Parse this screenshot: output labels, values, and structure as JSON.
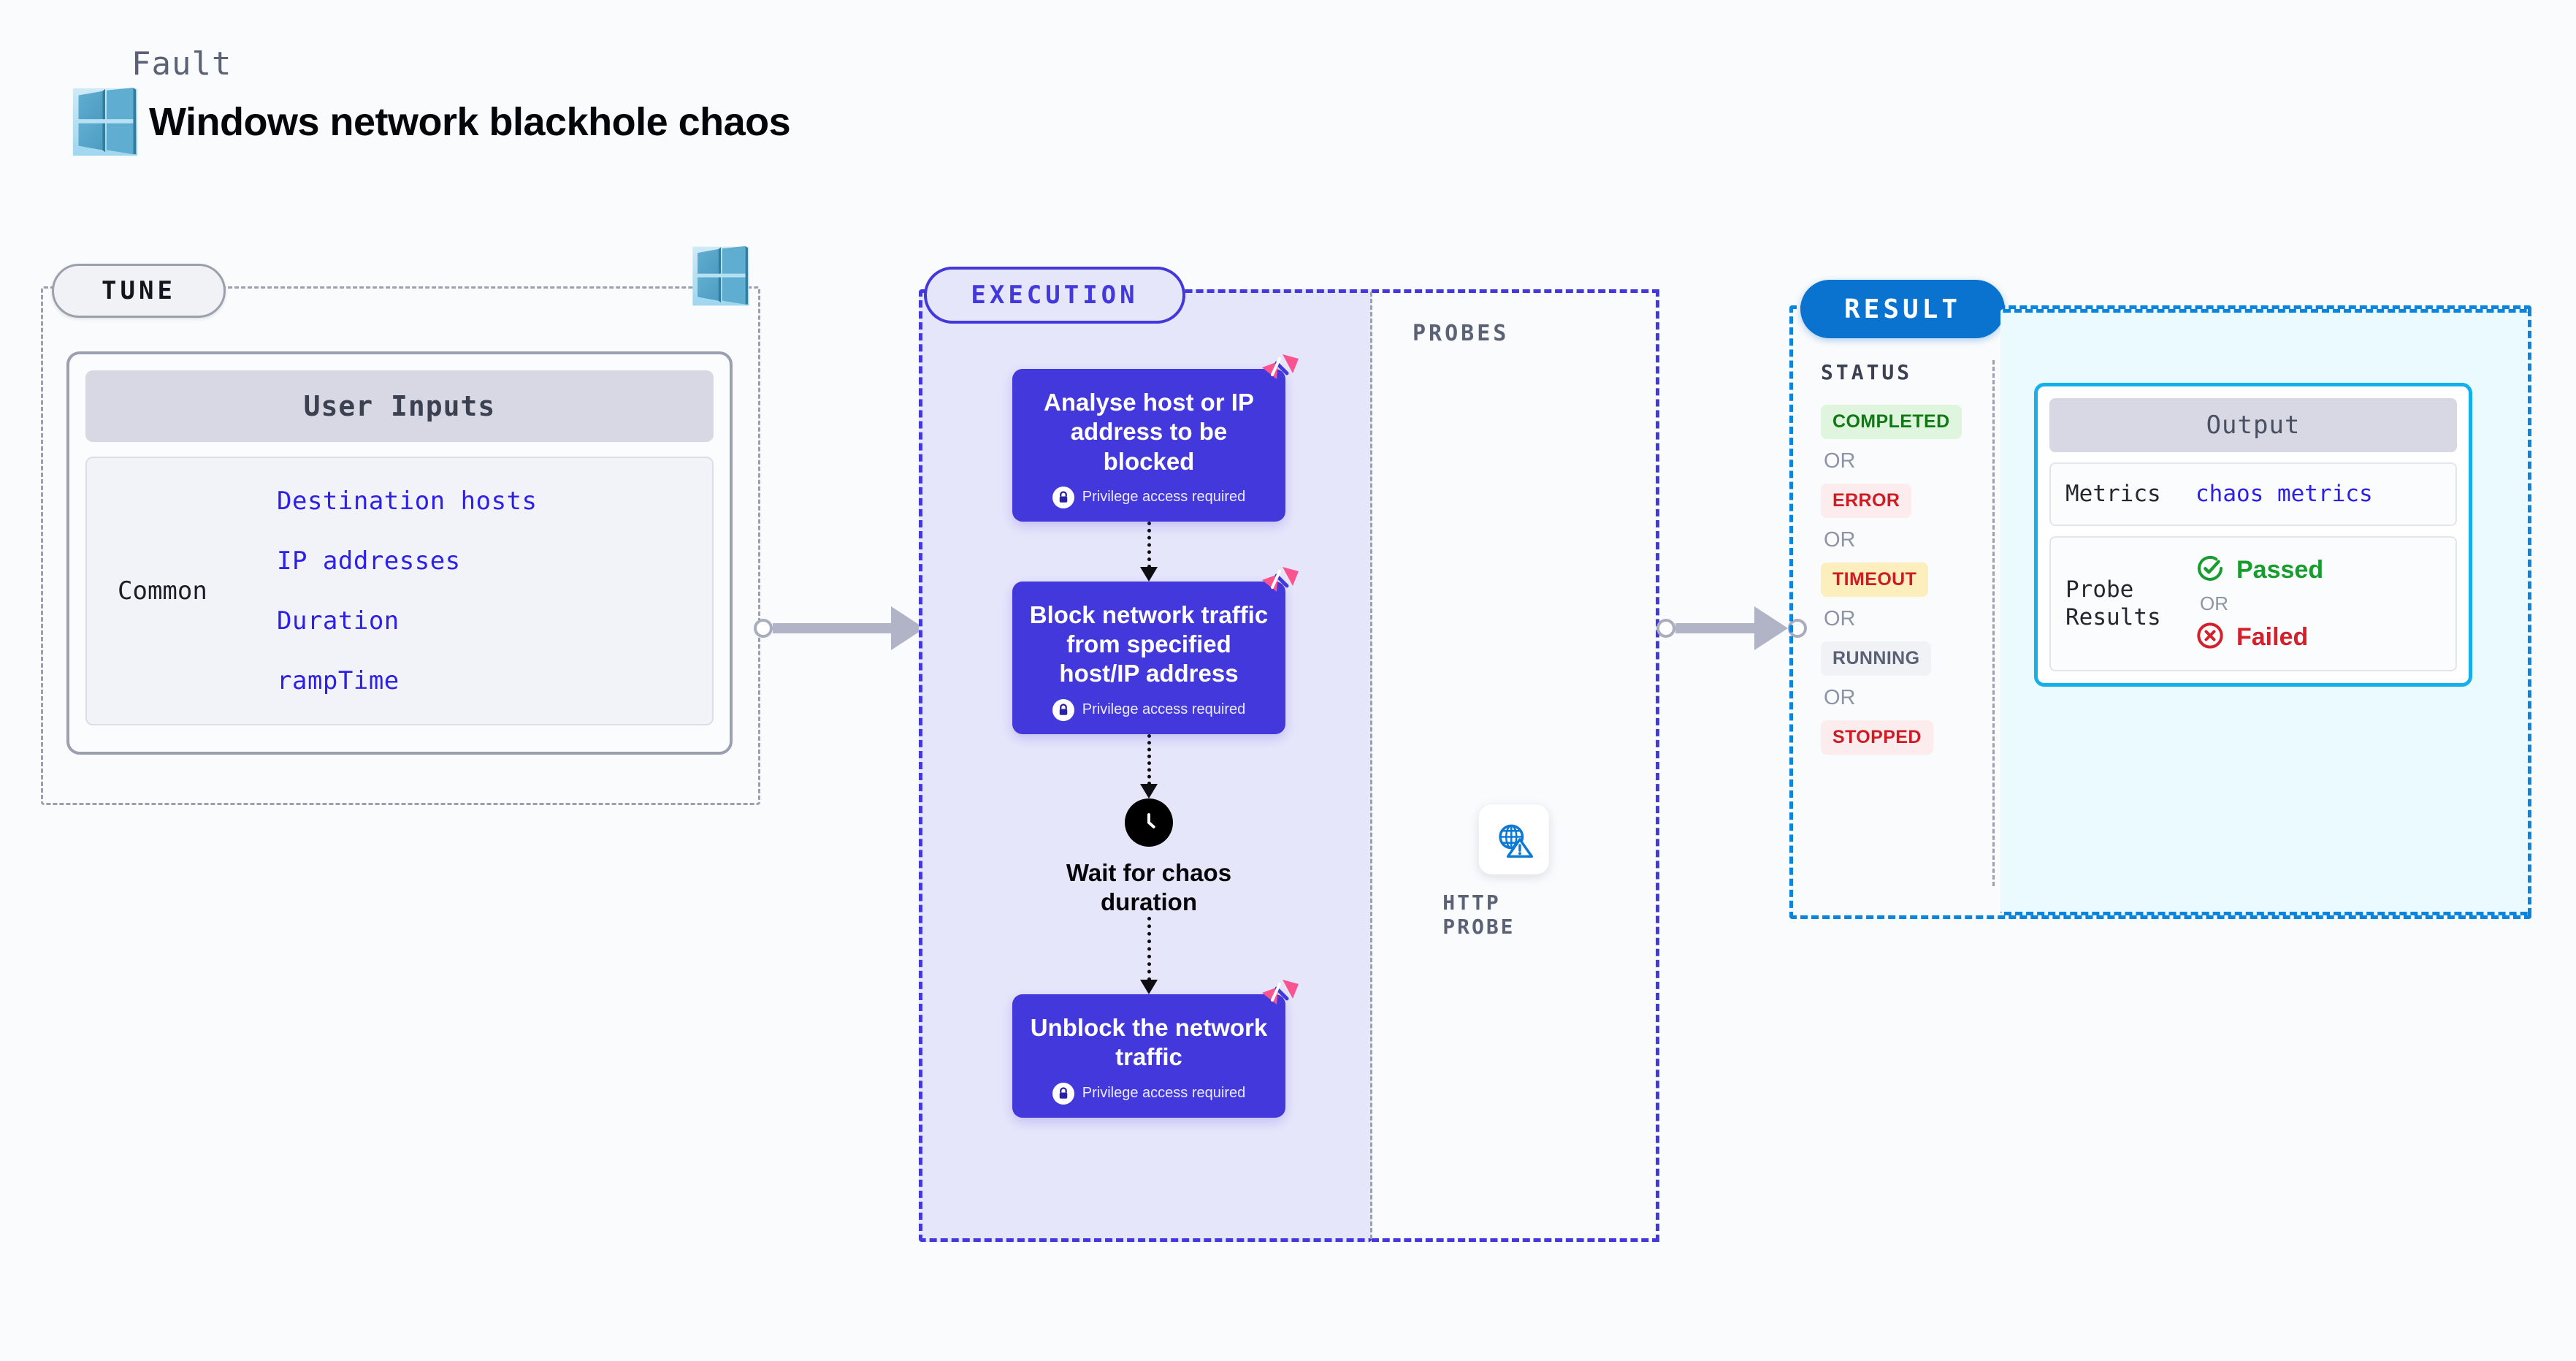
{
  "header": {
    "kicker": "Fault",
    "title": "Windows network blackhole chaos",
    "logo_icon": "windows-logo-icon"
  },
  "tune": {
    "badge": "TUNE",
    "logo_icon": "windows-logo-icon",
    "card_header": "User Inputs",
    "group_label": "Common",
    "fields": [
      "Destination hosts",
      "IP addresses",
      "Duration",
      "rampTime"
    ]
  },
  "execution": {
    "badge": "EXECUTION",
    "privilege_note": "Privilege access required",
    "lock_icon": "lock-icon",
    "chaos_icon": "chaos-mark-icon",
    "steps": [
      {
        "title": "Analyse host or IP address to be blocked",
        "privileged": true
      },
      {
        "title": "Block network traffic from specified host/IP address",
        "privileged": true
      }
    ],
    "wait_node": {
      "icon": "clock-icon",
      "label": "Wait for chaos duration"
    },
    "final_step": {
      "title": "Unblock the network traffic",
      "privileged": true
    }
  },
  "probes": {
    "label": "PROBES",
    "items": [
      {
        "icon": "globe-warning-icon",
        "caption": "HTTP PROBE"
      }
    ]
  },
  "result": {
    "badge": "RESULT",
    "status_title": "STATUS",
    "or_label": "OR",
    "statuses": [
      {
        "label": "COMPLETED",
        "bg": "#dff5de",
        "fg": "#0f7a14"
      },
      {
        "label": "ERROR",
        "bg": "#fdeced",
        "fg": "#cf1c24"
      },
      {
        "label": "TIMEOUT",
        "bg": "#fdeebe",
        "fg": "#cf1c24"
      },
      {
        "label": "RUNNING",
        "bg": "#f1f2f6",
        "fg": "#5b6275"
      },
      {
        "label": "STOPPED",
        "bg": "#fdeced",
        "fg": "#cf1c24"
      }
    ],
    "output": {
      "header": "Output",
      "metrics_key": "Metrics",
      "metrics_value": "chaos metrics",
      "probe_key": "Probe Results",
      "passed_label": "Passed",
      "failed_label": "Failed",
      "or_label": "OR",
      "pass_icon": "check-circle-icon",
      "fail_icon": "x-circle-icon"
    }
  },
  "colors": {
    "execution_purple": "#4338db",
    "execution_fill": "#e6e6fb",
    "result_blue": "#0a73d0",
    "result_border": "#0a84dd",
    "output_border": "#13b0ea",
    "chaos_pink": "#f9548f",
    "field_blue": "#2d20e8",
    "panel_gray": "#9aa0ad",
    "canvas_bg": "#fafbfc"
  }
}
